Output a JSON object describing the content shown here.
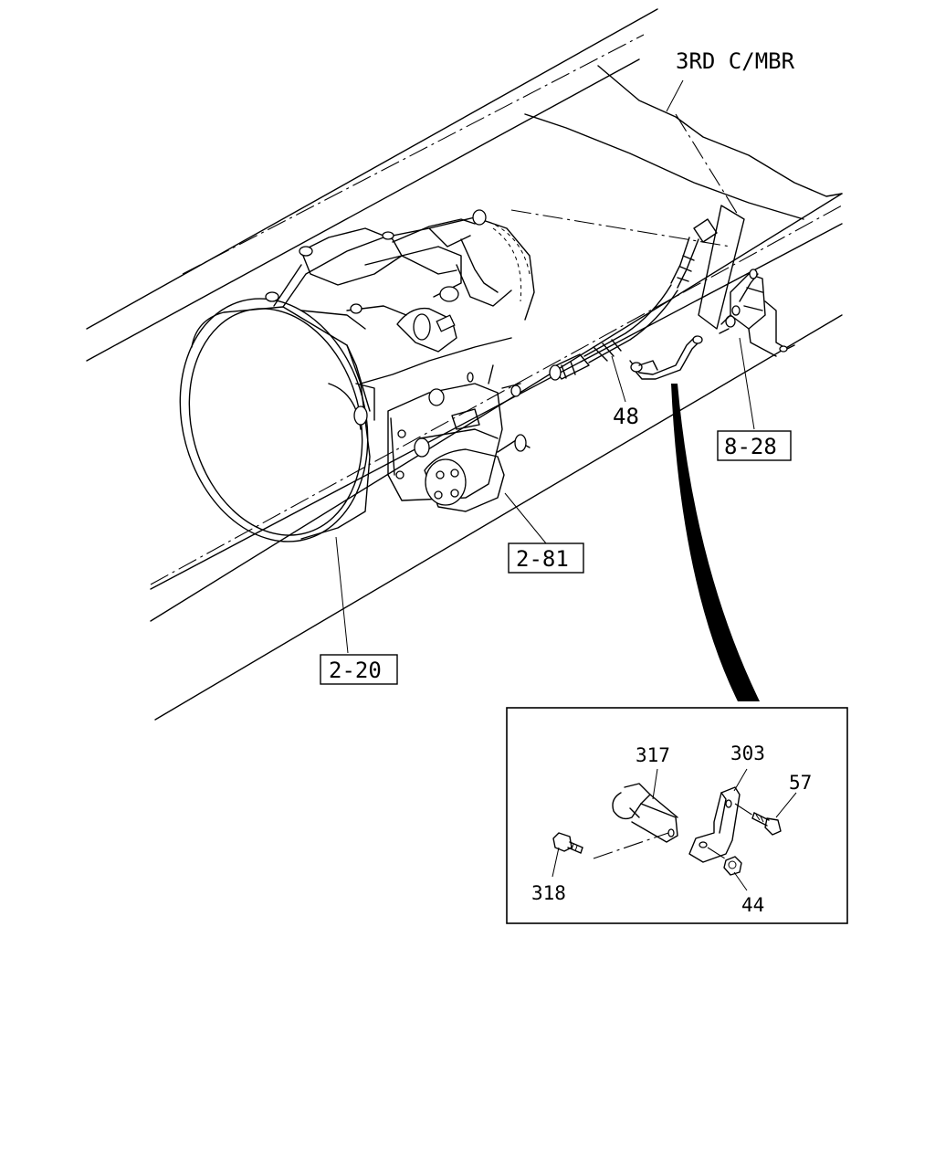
{
  "diagram": {
    "callouts": {
      "crossmember": "3RD C/MBR",
      "hose": "48",
      "ref_8_28": "8-28",
      "ref_2_81": "2-81",
      "ref_2_20": "2-20"
    },
    "detail": {
      "part_317": "317",
      "part_303": "303",
      "part_57": "57",
      "part_318": "318",
      "part_44": "44"
    }
  }
}
